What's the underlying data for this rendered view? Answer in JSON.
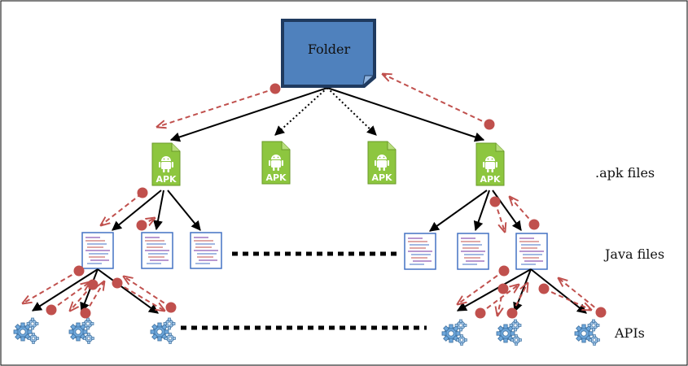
{
  "root": {
    "label": "Folder"
  },
  "apk_files": {
    "badge": "APK"
  },
  "row_labels": {
    "apk": ".apk files",
    "java": "Java files",
    "apis": "APIs"
  },
  "colors": {
    "folder_fill": "#4f81bd",
    "folder_border": "#1f3a5f",
    "apk_fill": "#8dc63f",
    "apk_border": "#6a9a2a",
    "java_border": "#4472c4",
    "backtrack_arrow": "#c0504d",
    "backtrack_dot": "#c0504d",
    "solid_arrow": "#000000",
    "gear": "#6fa8dc"
  },
  "icons": {
    "root": "folder-icon",
    "apk": "android-apk-file-icon",
    "java": "java-source-file-icon",
    "api": "gear-api-icon"
  }
}
